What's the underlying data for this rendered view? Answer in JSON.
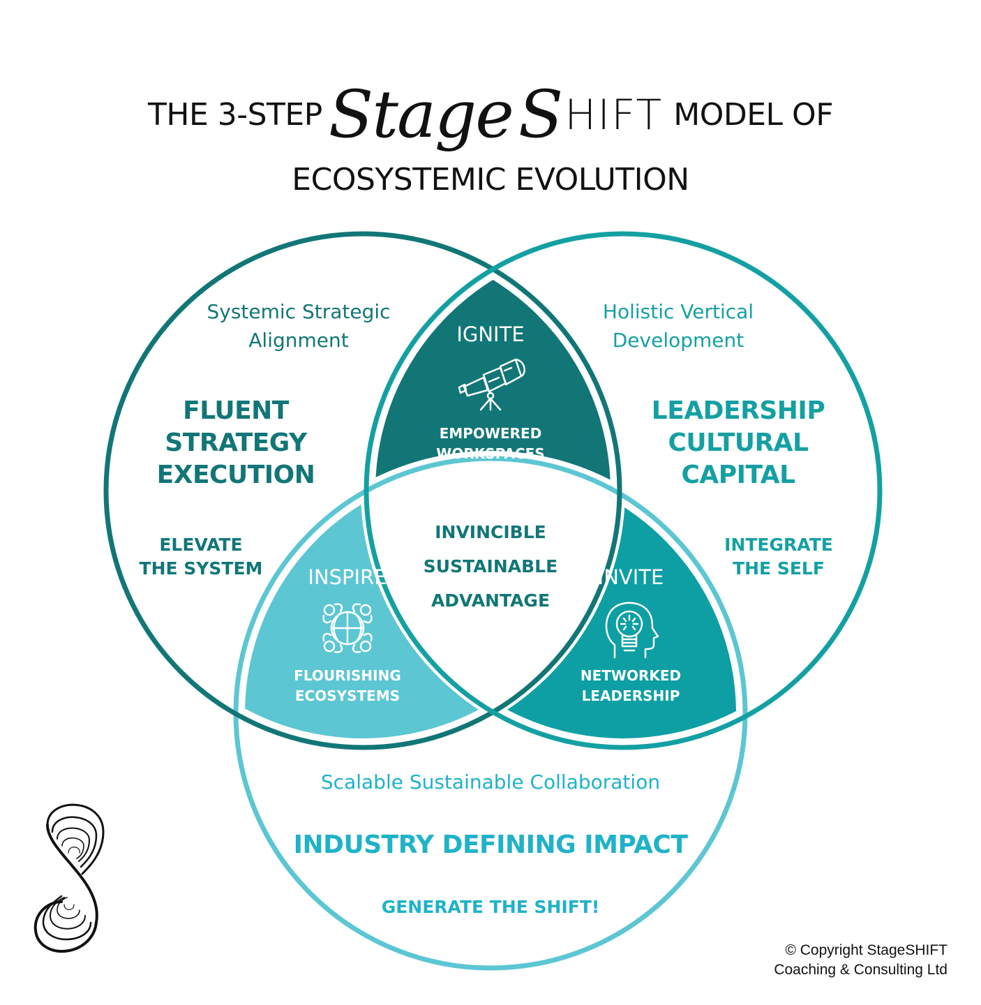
{
  "title": {
    "line1_prefix": "THE 3-STEP",
    "brand_script": "Stage",
    "brand_script_2": "S",
    "brand_thin": "HIFT",
    "line1_suffix": "MODEL OF",
    "line2": "ECOSYSTEMIC EVOLUTION"
  },
  "colors": {
    "left_circle": "#127677",
    "right_circle": "#14a0a3",
    "bottom_circle": "#5cc6d3",
    "ignite_fill": "#127677",
    "inspire_fill": "#5cc6d3",
    "invite_fill": "#0d9fa3",
    "center_text": "#127677"
  },
  "circles": {
    "left": {
      "subtitle": [
        "Systemic Strategic",
        "Alignment"
      ],
      "outcome": [
        "FLUENT",
        "STRATEGY",
        "EXECUTION"
      ],
      "action": [
        "ELEVATE",
        "THE SYSTEM"
      ]
    },
    "right": {
      "subtitle": [
        "Holistic Vertical",
        "Development"
      ],
      "outcome": [
        "LEADERSHIP",
        "CULTURAL",
        "CAPITAL"
      ],
      "action": [
        "INTEGRATE",
        "THE SELF"
      ]
    },
    "bottom": {
      "subtitle": "Scalable Sustainable Collaboration",
      "outcome": "INDUSTRY DEFINING IMPACT",
      "action": "GENERATE THE SHIFT!"
    }
  },
  "overlaps": {
    "ignite": {
      "step": "IGNITE",
      "icon": "telescope-icon",
      "result": [
        "EMPOWERED",
        "WORKSPACES"
      ]
    },
    "inspire": {
      "step": "INSPIRE",
      "icon": "team-network-icon",
      "result": [
        "FLOURISHING",
        "ECOSYSTEMS"
      ]
    },
    "invite": {
      "step": "INVITE",
      "icon": "lightbulb-head-icon",
      "result": [
        "NETWORKED",
        "LEADERSHIP"
      ]
    }
  },
  "center": [
    "INVINCIBLE",
    "SUSTAINABLE",
    "ADVANTAGE"
  ],
  "copyright": [
    "© Copyright StageSHIFT",
    "Coaching & Consulting Ltd"
  ]
}
